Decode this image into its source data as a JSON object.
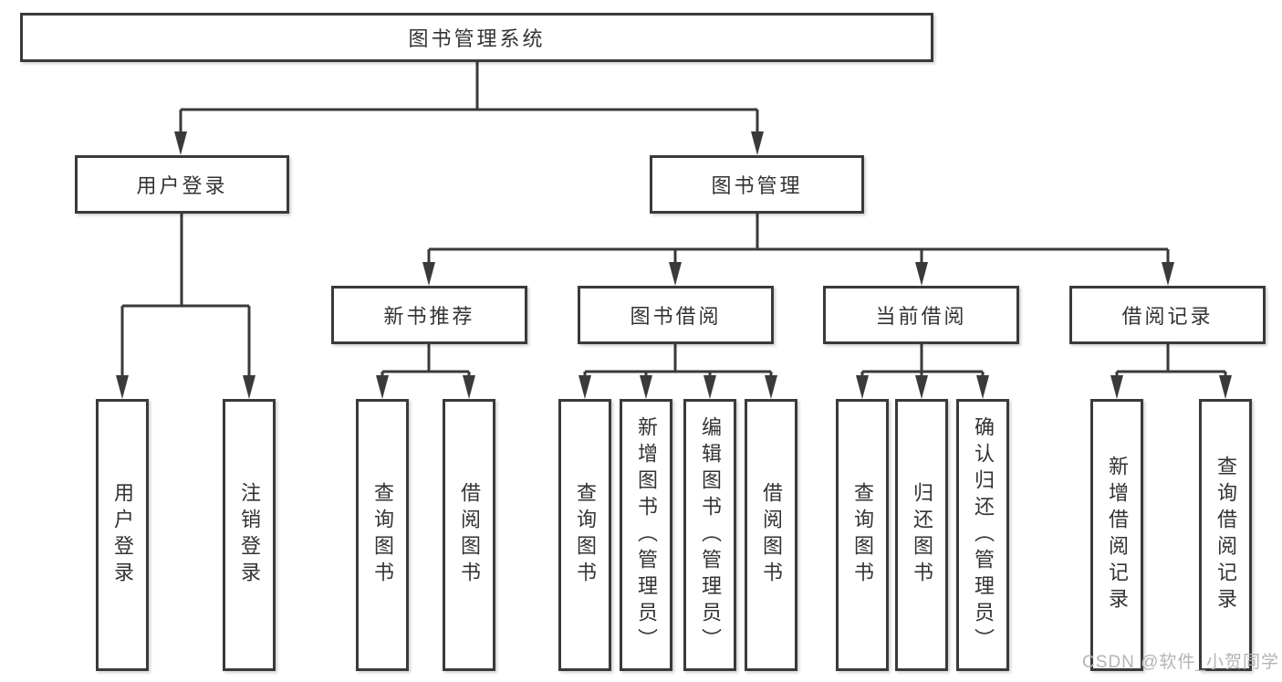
{
  "colors": {
    "line": "#3a3a3a",
    "box_border": "#3a3a3a",
    "box_fill": "#ffffff",
    "text": "#333333",
    "watermark": "#b4b4b4",
    "background": "#ffffff"
  },
  "tree": {
    "root": {
      "label": "图书管理系统"
    },
    "branches": [
      {
        "label": "用户登录",
        "leaves": [
          {
            "label": "用户登录"
          },
          {
            "label": "注销登录"
          }
        ]
      },
      {
        "label": "图书管理",
        "groups": [
          {
            "label": "新书推荐",
            "leaves": [
              {
                "label": "查询图书"
              },
              {
                "label": "借阅图书"
              }
            ]
          },
          {
            "label": "图书借阅",
            "leaves": [
              {
                "label": "查询图书"
              },
              {
                "label": "新增图书（管理员）"
              },
              {
                "label": "编辑图书（管理员）"
              },
              {
                "label": "借阅图书"
              }
            ]
          },
          {
            "label": "当前借阅",
            "leaves": [
              {
                "label": "查询图书"
              },
              {
                "label": "归还图书"
              },
              {
                "label": "确认归还（管理员）"
              }
            ]
          },
          {
            "label": "借阅记录",
            "leaves": [
              {
                "label": "新增借阅记录"
              },
              {
                "label": "查询借阅记录"
              }
            ]
          }
        ]
      }
    ]
  },
  "watermark": {
    "text": "CSDN @软件_小贺同学"
  }
}
